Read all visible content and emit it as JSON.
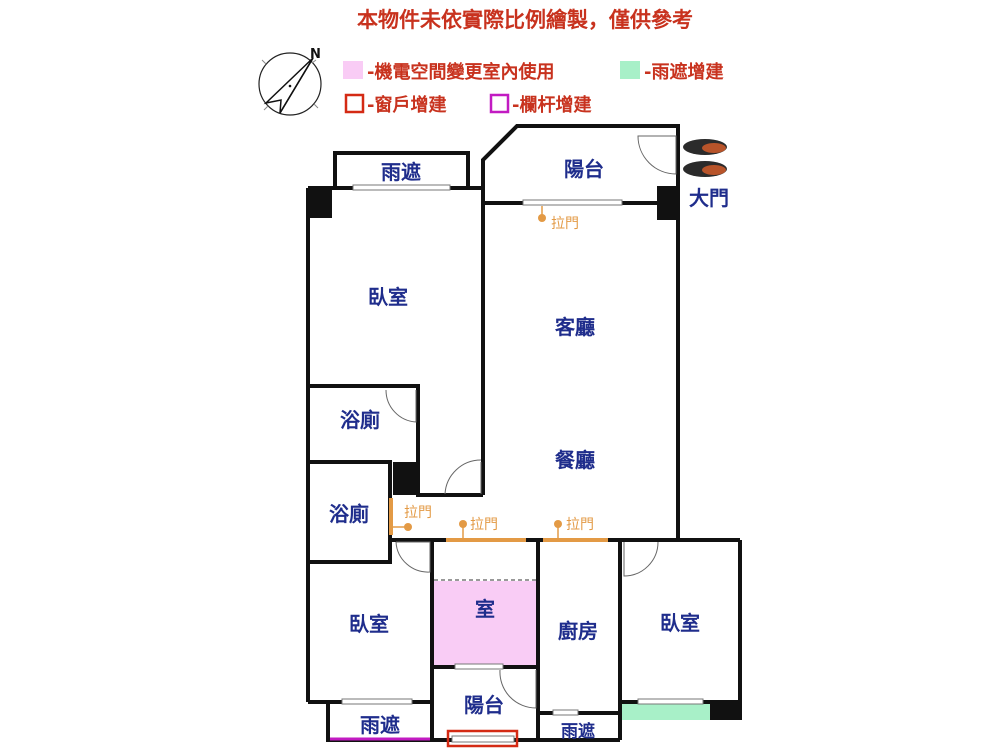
{
  "title": "本物件未依實際比例繪製，僅供參考",
  "legend": [
    {
      "label": "-機電空間變更室內使用",
      "color": "#f9ccf5",
      "kind": "fill"
    },
    {
      "label": "-雨遮增建",
      "color": "#a8f0c8",
      "kind": "fill"
    },
    {
      "label": "-窗戶增建",
      "color": "#d42a14",
      "kind": "outline"
    },
    {
      "label": "-欄杆增建",
      "color": "#c21bc2",
      "kind": "outline"
    }
  ],
  "compass": {
    "label": "N"
  },
  "rooms": {
    "rain_shelter_top": "雨遮",
    "balcony_front": "陽台",
    "main_door": "大門",
    "bedroom_1": "臥室",
    "living_room": "客廳",
    "dining_room": "餐廳",
    "bathroom_1": "浴廁",
    "bathroom_2": "浴廁",
    "bedroom_2": "臥室",
    "room_converted": "室",
    "kitchen": "廚房",
    "bedroom_3": "臥室",
    "rain_shelter_left": "雨遮",
    "balcony_rear": "陽台",
    "rain_shelter_kitchen": "雨遮"
  },
  "sliding_doors": [
    "拉門",
    "拉門",
    "拉門",
    "拉門"
  ],
  "colors": {
    "wall": "#111111",
    "label": "#1f2d8c",
    "sliding_door": "#e39a45"
  }
}
